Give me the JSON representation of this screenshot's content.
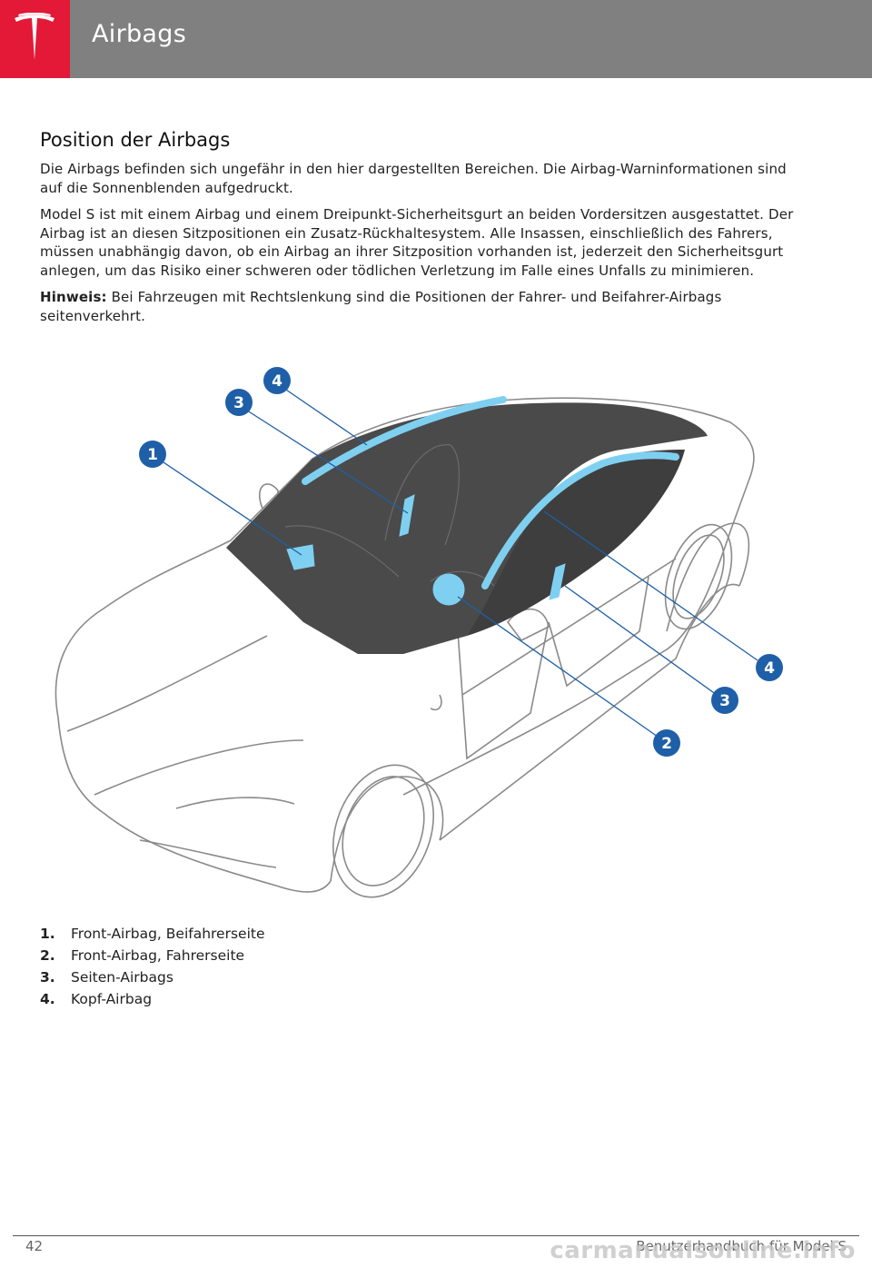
{
  "header": {
    "title": "Airbags",
    "brand_color": "#e31937",
    "bar_color": "#808080",
    "logo_icon": "tesla-logo-icon"
  },
  "section": {
    "heading": "Position der Airbags",
    "paragraph1": "Die Airbags befinden sich ungefähr in den hier dargestellten Bereichen. Die Airbag-Warninformationen sind auf die Sonnenblenden aufgedruckt.",
    "paragraph2": "Model S ist mit einem Airbag und einem Dreipunkt-Sicherheitsgurt an beiden Vordersitzen ausgestattet. Der Airbag ist an diesen Sitzpositionen ein Zusatz-Rückhaltesystem. Alle Insassen, einschließlich des Fahrers, müssen unabhängig davon, ob ein Airbag an ihrer Sitzposition vorhanden ist, jederzeit den Sicherheitsgurt anlegen, um das Risiko einer schweren oder tödlichen Verletzung im Falle eines Unfalls zu minimieren.",
    "note_label": "Hinweis:",
    "note_text": " Bei Fahrzeugen mit Rechtslenkung sind die Positionen der Fahrer- und Beifahrer-Airbags seitenverkehrt."
  },
  "figure": {
    "airbag_color": "#7fd0f0",
    "callout_color": "#1f5fa8",
    "callouts": [
      "1",
      "2",
      "3",
      "4",
      "3",
      "4"
    ]
  },
  "legend": [
    {
      "num": "1.",
      "text": "Front-Airbag, Beifahrerseite"
    },
    {
      "num": "2.",
      "text": "Front-Airbag, Fahrerseite"
    },
    {
      "num": "3.",
      "text": "Seiten-Airbags"
    },
    {
      "num": "4.",
      "text": "Kopf-Airbag"
    }
  ],
  "footer": {
    "page_number": "42",
    "manual_title": "Benutzerhandbuch für Model S",
    "watermark": "carmanualsonline.info"
  }
}
